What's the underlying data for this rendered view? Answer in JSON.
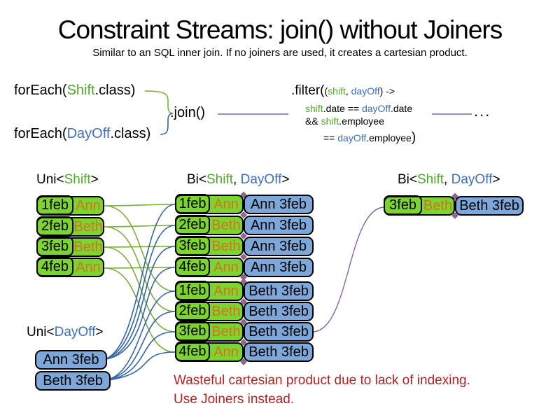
{
  "palette": {
    "box_green": "#7CD431",
    "box_blue": "#7DA7D9",
    "line_green": "#7CAE3E",
    "line_blue": "#3465A4",
    "line_purple": "#8064A2",
    "kw_green": "#4FA82A",
    "kw_blue": "#3E6FB7",
    "name_orange": "#D4731C",
    "warning_red": "#B22222",
    "diamond": "#95698F"
  },
  "title": "Constraint Streams: join() without Joiners",
  "subtitle": "Similar to an SQL inner join. If no joiners are used, it creates a cartesian product.",
  "code": {
    "foreach_shift": {
      "pre": "forEach(",
      "cls": "Shift",
      "post": ".class)"
    },
    "foreach_dayoff": {
      "pre": "forEach(",
      "cls": "DayOff",
      "post": ".class)"
    },
    "join": ".join()",
    "filter": {
      "fn": ".filter(",
      "args_open": "(",
      "arg1": "shift",
      "sep": ", ",
      "arg2": "dayOff",
      "args_close": ") ->",
      "l2_a": "shift",
      "l2_b": ".date == ",
      "l2_c": "dayOff",
      "l2_d": ".date",
      "l3_a": "&& ",
      "l3_b": "shift",
      "l3_c": ".employee",
      "l4_a": "== ",
      "l4_b": "dayOff",
      "l4_c": ".employee",
      "l4_close": ")"
    },
    "ellipsis": "..."
  },
  "labels": {
    "uni_shift": {
      "pre": "Uni<",
      "kw": "Shift",
      "post": ">"
    },
    "bi_mid": {
      "pre": "Bi<",
      "kw1": "Shift",
      "sep": ", ",
      "kw2": "DayOff",
      "post": ">"
    },
    "bi_right": {
      "pre": "Bi<",
      "kw1": "Shift",
      "sep": ", ",
      "kw2": "DayOff",
      "post": ">"
    },
    "uni_dayoff": {
      "pre": "Uni<",
      "kw": "DayOff",
      "post": ">"
    }
  },
  "shift_rows": [
    {
      "date": "1feb",
      "name": "Ann"
    },
    {
      "date": "2feb",
      "name": "Beth"
    },
    {
      "date": "3feb",
      "name": "Beth"
    },
    {
      "date": "4feb",
      "name": "Ann"
    }
  ],
  "pair_rows": [
    {
      "date": "1feb",
      "name": "Ann",
      "pair": "Ann 3feb"
    },
    {
      "date": "2feb",
      "name": "Beth",
      "pair": "Ann 3feb"
    },
    {
      "date": "3feb",
      "name": "Beth",
      "pair": "Ann 3feb"
    },
    {
      "date": "4feb",
      "name": "Ann",
      "pair": "Ann 3feb"
    },
    {
      "date": "1feb",
      "name": "Ann",
      "pair": "Beth 3feb"
    },
    {
      "date": "2feb",
      "name": "Beth",
      "pair": "Beth 3feb"
    },
    {
      "date": "3feb",
      "name": "Beth",
      "pair": "Beth 3feb"
    },
    {
      "date": "4feb",
      "name": "Ann",
      "pair": "Beth 3feb"
    }
  ],
  "dayoff_rows": [
    {
      "label": "Ann 3feb"
    },
    {
      "label": "Beth 3feb"
    }
  ],
  "right_row": {
    "date": "3feb",
    "name": "Beth",
    "pair": "Beth 3feb"
  },
  "warning": {
    "line1": "Wasteful cartesian product due to lack of indexing.",
    "line2": "Use Joiners instead."
  }
}
